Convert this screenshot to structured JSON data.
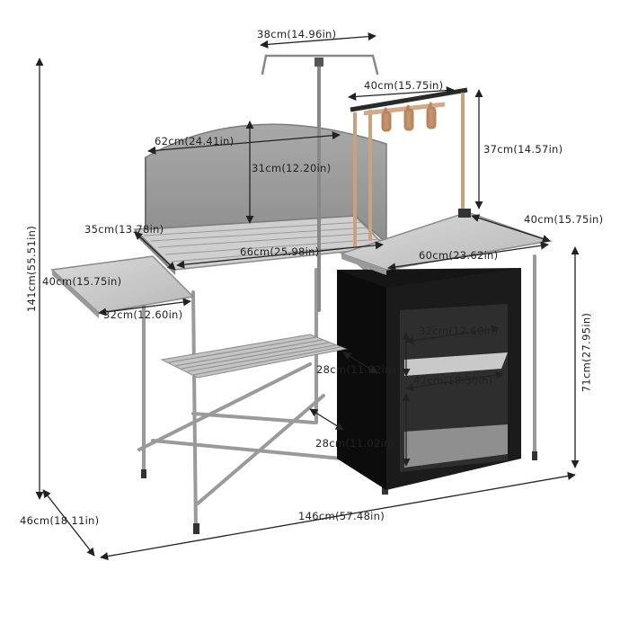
{
  "product": "folding camping kitchen table with windscreen, lantern pole, hanging rack and storage cabinet",
  "dimensions": {
    "lantern_pole_width": "38cm(14.96in)",
    "hanging_rack_width": "40cm(15.75in)",
    "windscreen_width": "62cm(24.41in)",
    "windscreen_height": "31cm(12.20in)",
    "hanging_rack_height": "37cm(14.57in)",
    "side_shelf_connector": "35cm(13.78in)",
    "right_table_depth": "40cm(15.75in)",
    "main_table_width": "66cm(25.98in)",
    "right_table_width": "60cm(23.62in)",
    "left_side_table_depth": "40cm(15.75in)",
    "left_side_table_width": "32cm(12.60in)",
    "cabinet_width": "32cm(12.60in)",
    "cabinet_depth": "47cm(18.50in)",
    "lower_shelf_depth": "28cm(11.02in)",
    "lower_shelf_depth_2": "28cm(11.02in)",
    "table_height": "71cm(27.95in)",
    "total_height": "141cm(55.51in)",
    "total_depth": "46cm(18.11in)",
    "total_width": "146cm(57.48in)"
  }
}
